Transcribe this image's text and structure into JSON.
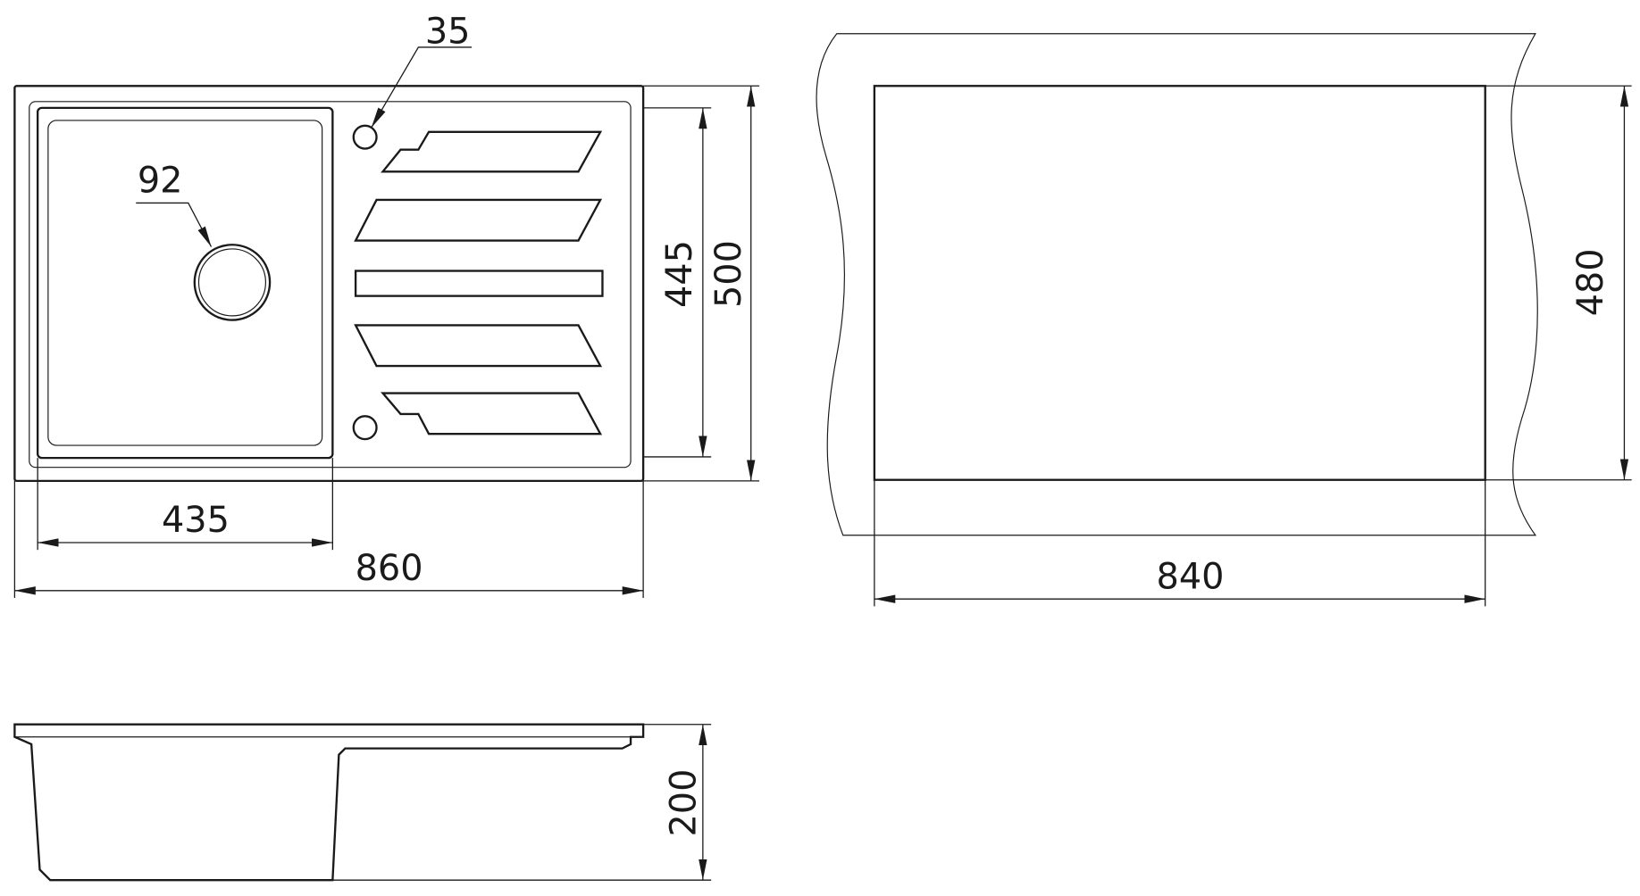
{
  "drawing": {
    "top_view": {
      "drain_hole_label": "35",
      "drain_diameter_label": "92",
      "inner_depth_label": "445",
      "overall_depth_label": "500",
      "bowl_width_label": "435",
      "overall_width_label": "860"
    },
    "cutout": {
      "height_label": "480",
      "width_label": "840"
    },
    "side_view": {
      "height_label": "200"
    }
  }
}
